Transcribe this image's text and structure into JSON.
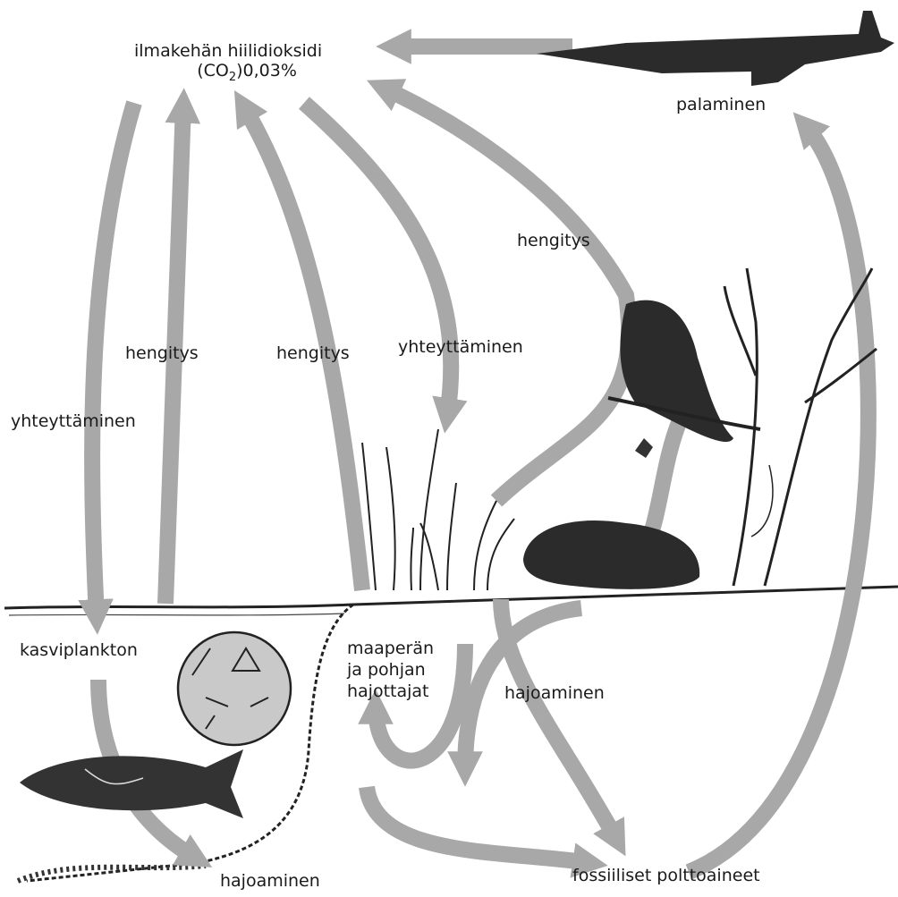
{
  "labels": {
    "atmosphere_line1": "ilmakehän hiilidioksidi",
    "atmosphere_co2_prefix": "(CO",
    "atmosphere_co2_sub": "2",
    "atmosphere_co2_suffix": ")0,03%",
    "combustion": "palaminen",
    "respiration_animals": "hengitys",
    "photosynthesis_water": "yhteyttäminen",
    "respiration_water": "hengitys",
    "respiration_land": "hengitys",
    "photosynthesis_land": "yhteyttäminen",
    "phytoplankton": "kasviplankton",
    "decomposers_line1": "maaperän",
    "decomposers_line2": "ja pohjan",
    "decomposers_line3": "hajottajat",
    "decomposition_land": "hajoaminen",
    "decomposition_water": "hajoaminen",
    "fossil_fuels": "fossiiliset polttoaineet"
  },
  "colors": {
    "arrow": "#a8a8a8",
    "ink": "#1a1a1a",
    "silhouette": "#2b2b2b"
  },
  "figures": [
    "airplane",
    "owl",
    "beaver",
    "tree",
    "fish",
    "reeds",
    "plankton-circle"
  ]
}
